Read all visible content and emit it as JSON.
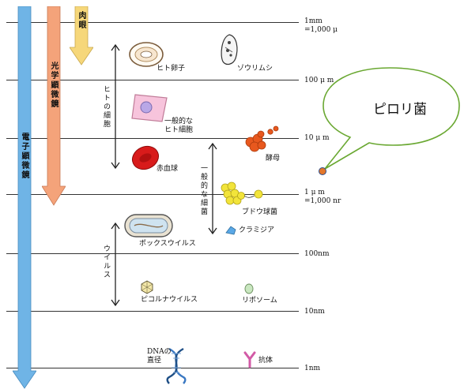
{
  "scale": {
    "mm": "1mm",
    "mm_eq": "=1,000 μ",
    "um100": "100 μ m",
    "um10": "10 μ m",
    "um1": "1 μ m",
    "um1_eq": "=1,000 nr",
    "nm100": "100nm",
    "nm10": "10nm",
    "nm1": "1nm"
  },
  "instruments": {
    "naked_eye": "肉眼",
    "optical_microscope": "光学顕微鏡",
    "electron_microscope": "電子顕微鏡"
  },
  "ranges": {
    "human_cells": "ヒトの細胞",
    "general_bacteria": "一般的な細菌",
    "viruses": "ウイルス"
  },
  "labels": {
    "human_egg": "ヒト卵子",
    "paramecium": "ゾウリムシ",
    "general_human_cell": "一般的な\nヒト細胞",
    "red_blood_cell": "赤血球",
    "yeast": "酵母",
    "staphylococcus": "ブドウ球菌",
    "chlamydia": "クラミジア",
    "poxvirus": "ポックスウイルス",
    "picornavirus": "ピコルナウイルス",
    "liposome": "リポソーム",
    "dna": "DNAの\n直径",
    "antibody": "抗体"
  },
  "callout": {
    "text": "ピロリ菌"
  },
  "colors": {
    "electron_arrow": "#6fb4e6",
    "optical_arrow": "#f4a37a",
    "eye_arrow": "#f6d77a",
    "red_blood_cell": "#d81b1b",
    "yeast": "#e8581e",
    "staph": "#f2e43a",
    "chlamydia": "#5aa8e6",
    "human_cell": "#f7c4dc",
    "human_cell_nucleus": "#b9a7e6",
    "pylori_dot": "#e4772a",
    "antibody": "#d25aa6",
    "liposome": "#c9e7c0"
  }
}
